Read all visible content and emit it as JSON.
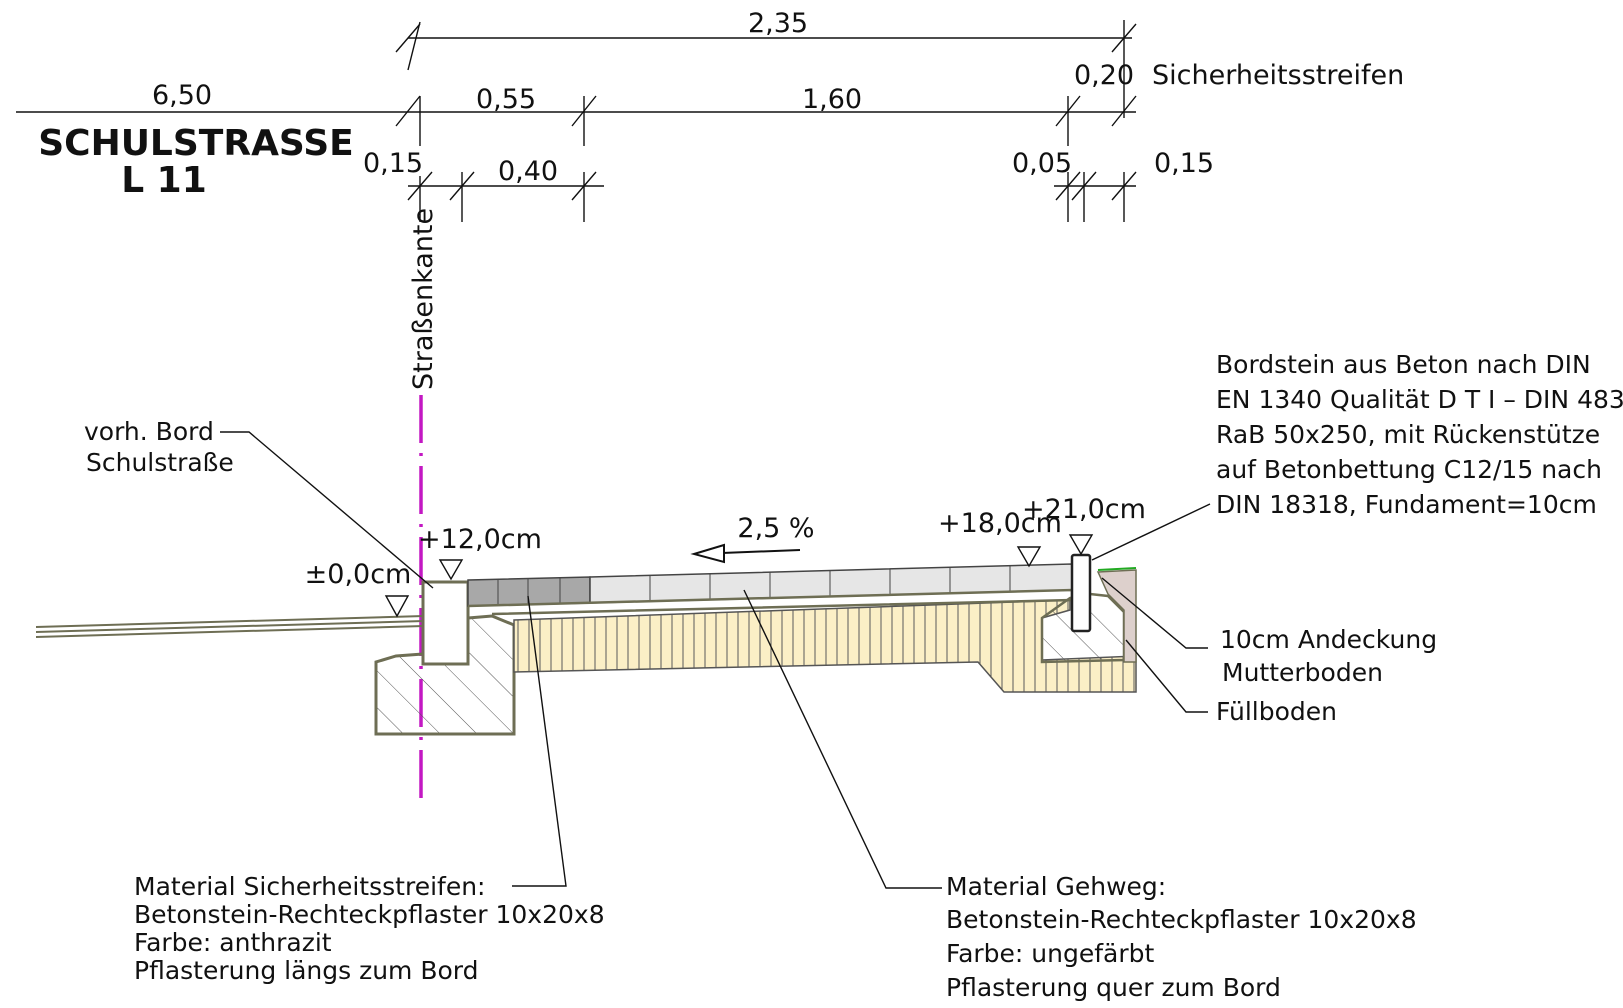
{
  "title": {
    "line1": "SCHULSTRASSE",
    "line2": "L 11"
  },
  "dimensions": {
    "total": "2,35",
    "road": "6,50",
    "d055": "0,55",
    "d160": "1,60",
    "d020": "0,20",
    "d015_left": "0,15",
    "d040": "0,40",
    "d005": "0,05",
    "d015_right": "0,15",
    "safety_strip_label": "Sicherheitsstreifen"
  },
  "street_edge_label": "Straßenkante",
  "levels": {
    "zero": "±0,0cm",
    "p12": "+12,0cm",
    "p18": "+18,0cm",
    "p21": "+21,0cm"
  },
  "slope": "2,5 %",
  "existing_curb": [
    "vorh. Bord",
    "Schulstraße"
  ],
  "curb_note": [
    "Bordstein aus Beton nach DIN",
    "EN 1340 Qualität D T I – DIN 483",
    "RaB 50x250, mit Rückenstütze",
    "auf Betonbettung C12/15 nach",
    "DIN 18318, Fundament=10cm"
  ],
  "topsoil_note": [
    "10cm Andeckung",
    "Mutterboden"
  ],
  "fill_note": "Füllboden",
  "safety_strip_material": [
    "Material Sicherheitsstreifen:",
    "Betonstein-Rechteckpflaster 10x20x8",
    "Farbe: anthrazit",
    "Pflasterung längs zum Bord"
  ],
  "sidewalk_material": [
    "Material Gehweg:",
    "Betonstein-Rechteckpflaster 10x20x8",
    "Farbe: ungefärbt",
    "Pflasterung quer zum Bord"
  ],
  "colors": {
    "axis": "#c318c3",
    "sand": "#fbefc6",
    "stone_dark": "#a8a8a8",
    "stone_light": "#e6e6e6",
    "outline": "#6e6e54",
    "topsoil": "#ddd0cc"
  }
}
